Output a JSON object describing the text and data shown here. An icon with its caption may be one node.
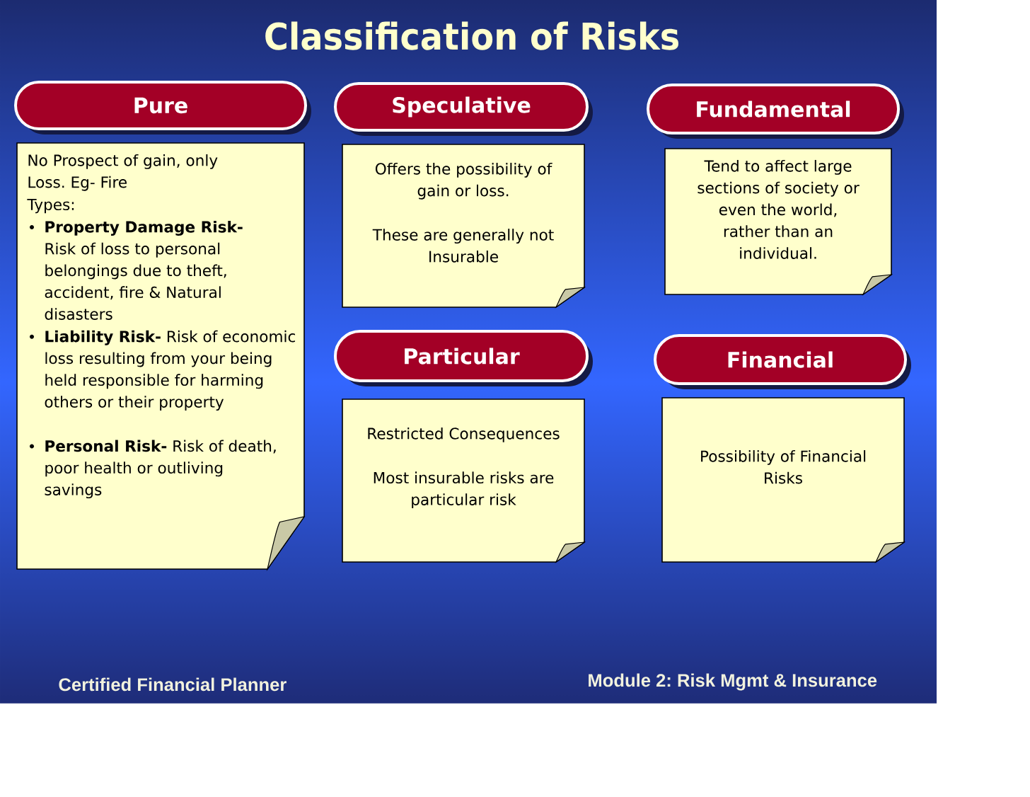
{
  "diagram": {
    "title": "Classification of Risks",
    "nodes": [
      {
        "text": [
          "Pure"
        ]
      },
      {
        "text": [
          "No Prospect of gain, only Loss. Eg- Fire",
          "Types:",
          "**Property Damage Risk-** Risk of loss to personal belongings due to theft, accident, fire & Natural disasters",
          "**Liability Risk-** Risk of economic loss resulting from your being held responsible for harming others or their property",
          "**Personal Risk-** Risk of death, poor health or outliving savings"
        ]
      },
      {
        "text": [
          "Speculative"
        ]
      },
      {
        "text": [
          "Offers the possibility of gain or loss.",
          "These are generally not Insurable"
        ]
      },
      {
        "text": [
          "Fundamental"
        ]
      },
      {
        "text": [
          "Tend to affect large sections of society or even the world, rather than an individual."
        ]
      },
      {
        "text": [
          "Particular"
        ]
      },
      {
        "text": [
          "Restricted Consequences",
          "Most insurable risks are particular risk"
        ]
      },
      {
        "text": [
          "Financial"
        ]
      },
      {
        "text": [
          "Possibility of Financial Risks"
        ]
      }
    ],
    "labels": [
      "Certified Financial Planner",
      "Module 2: Risk Mgmt & Insurance"
    ]
  }
}
